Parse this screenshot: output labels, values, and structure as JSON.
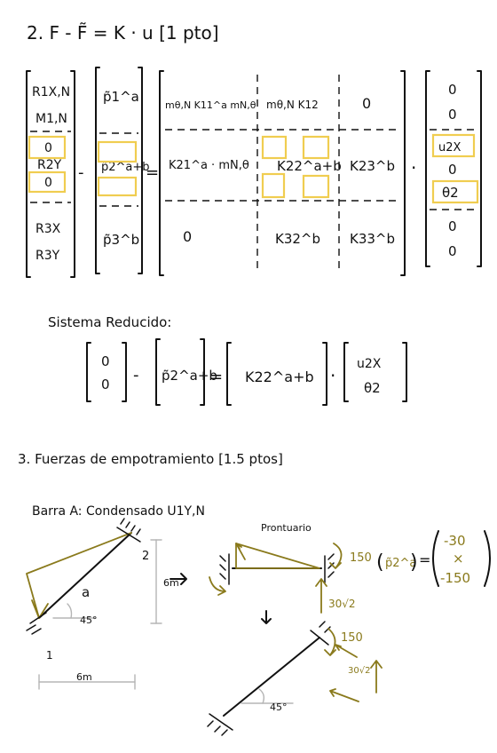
{
  "section2": {
    "title": "2. F - F̃ = K · u  [1 pto]",
    "vec_R": [
      "R1X,N",
      "M1,N",
      "0",
      "R2Y",
      "0",
      "R3X",
      "R3Y"
    ],
    "vec_P": [
      "p̃1^a",
      "p̃2^a+b",
      "p̃3^b"
    ],
    "matrix": {
      "k11": "mθ,N K11^a mN,θ",
      "k12": "mθ,N K12",
      "k13": "0",
      "k21": "K21^a · mN,θ",
      "k22": "K22^a+b",
      "k23": "K23^b",
      "k31": "0",
      "k32": "K32^b",
      "k33": "K33^b"
    },
    "vec_u": [
      "0",
      "0",
      "u2X",
      "0",
      "θ2",
      "0",
      "0"
    ],
    "ops": {
      "minus": "-",
      "equals": "=",
      "dot": "·"
    }
  },
  "reduced": {
    "heading": "Sistema Reducido:",
    "lhs": [
      "0",
      "0"
    ],
    "p": "p̃2^a+b",
    "k": "K22^a+b",
    "u": [
      "u2X",
      "θ2"
    ]
  },
  "section3": {
    "title": "3. Fuerzas de empotramiento [1.5 ptos]",
    "bar_heading": "Barra A: Condensado U1Y,N",
    "bar_label": "a",
    "angle": "45°",
    "dim_h": "6m",
    "dim_w": "6m",
    "node1": "1",
    "node2": "2",
    "prontuario": "Prontuario",
    "force150": "150",
    "force30r2": "30√2",
    "force30r2_small": "30√2",
    "angle2": "45°",
    "result_label": "p̃2^a",
    "result_vals": [
      "-30",
      "×",
      "-150"
    ]
  },
  "colors": {
    "ink": "#111111",
    "olive": "#8a7a1c",
    "highlight": "#f0cd50",
    "gray": "#b5b5b5"
  }
}
